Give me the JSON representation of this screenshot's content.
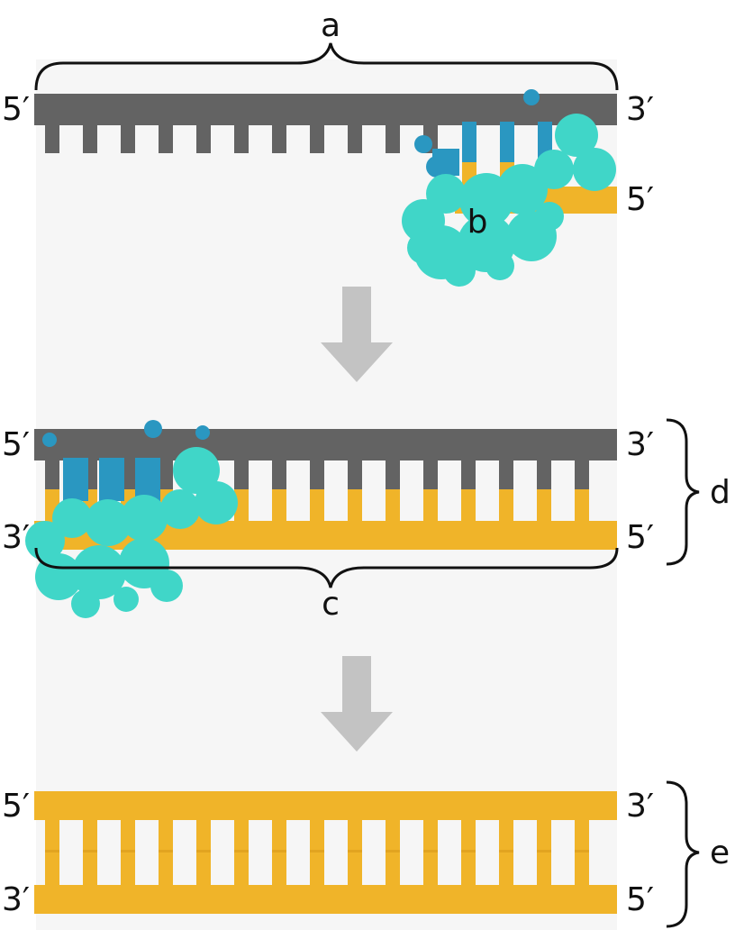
{
  "labels": {
    "a": "a",
    "b": "b",
    "c": "c",
    "d": "d",
    "e": "e"
  },
  "ends": {
    "five_prime": "5′",
    "three_prime": "3′"
  },
  "colors": {
    "rna_strand": "#636363",
    "dna_strand": "#f0b429",
    "rna_dna_hybrid": "#2a97c1",
    "enzyme": "#40d6c8",
    "arrow": "#c3c3c3",
    "panel_background": "#f6f6f6"
  }
}
